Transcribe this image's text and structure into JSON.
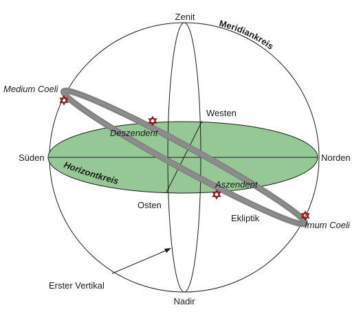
{
  "labels": {
    "zenit": "Zenit",
    "nadir": "Nadir",
    "sueden": "Süden",
    "norden": "Norden",
    "westen": "Westen",
    "osten": "Osten",
    "meridiankreis": "Meridiankreis",
    "horizontkreis": "Horizontkreis",
    "medium_coeli": "Medium Coeli",
    "imum_coeli": "Imum Coeli",
    "deszendent": "Deszendent",
    "aszendent": "Aszendent",
    "ekliptik": "Ekliptik",
    "erster_vertikal": "Erster Vertikal"
  },
  "colors": {
    "horizon_fill": "#96c896",
    "ecliptic_band": "#8c8c8c",
    "marker": "#8b1a1a",
    "lines": "#1a1a1a"
  },
  "icons": {
    "marker": "star-of-david-icon"
  }
}
